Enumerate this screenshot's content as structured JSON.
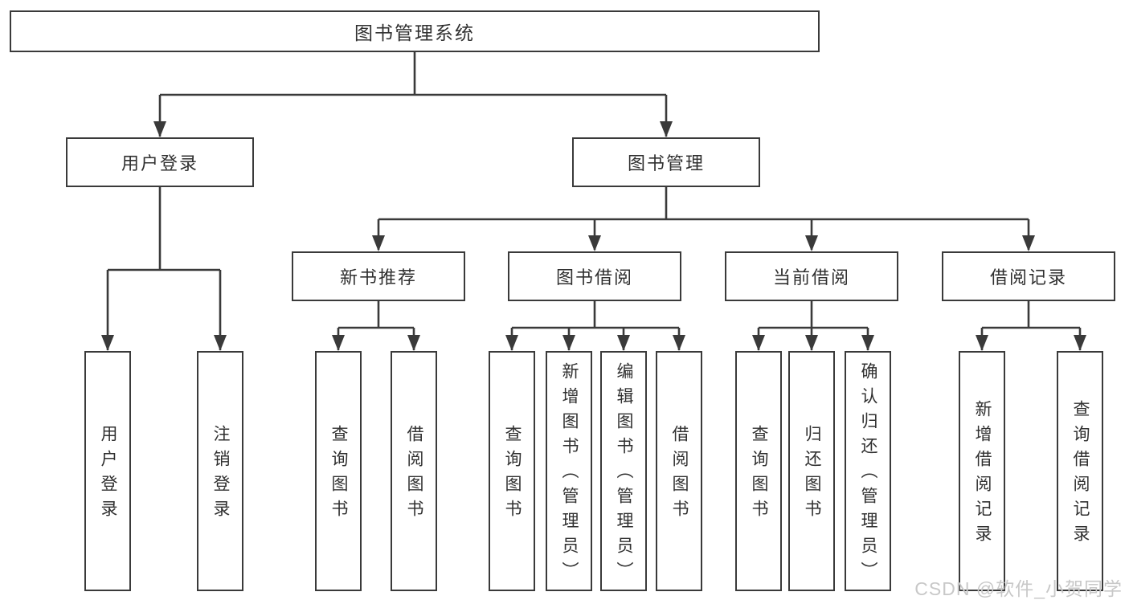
{
  "root": {
    "label": "图书管理系统"
  },
  "level2": [
    {
      "label": "用户登录"
    },
    {
      "label": "图书管理"
    }
  ],
  "level3": [
    {
      "label": "新书推荐"
    },
    {
      "label": "图书借阅"
    },
    {
      "label": "当前借阅"
    },
    {
      "label": "借阅记录"
    }
  ],
  "leaves": {
    "user": [
      "用户登录",
      "注销登录"
    ],
    "recommend": [
      "查询图书",
      "借阅图书"
    ],
    "borrow": [
      "查询图书",
      "新增图书（管理员）",
      "编辑图书（管理员）",
      "借阅图书"
    ],
    "current": [
      "查询图书",
      "归还图书",
      "确认归还（管理员）"
    ],
    "records": [
      "新增借阅记录",
      "查询借阅记录"
    ]
  },
  "watermark": "CSDN @软件_小贺同学",
  "colors": {
    "line": "#3a3a3a",
    "text": "#303030",
    "watermark": "#c8c8c8",
    "background": "#ffffff",
    "box_fill": "#ffffff"
  }
}
